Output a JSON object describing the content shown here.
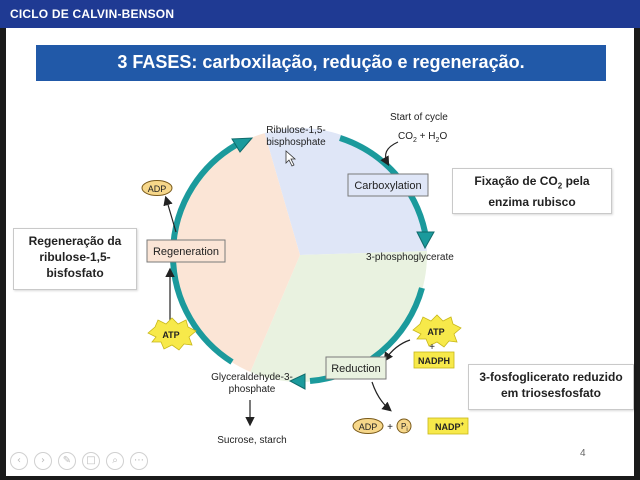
{
  "header": {
    "title": "CICLO DE CALVIN-BENSON"
  },
  "banner": {
    "title": "3 FASES: carboxilação, redução e regeneração."
  },
  "notes": {
    "fixacao_line1": "Fixação de CO",
    "fixacao_sub": "2",
    "fixacao_line1b": " pela",
    "fixacao_line2": "enzima rubisco",
    "regeneracao_line1": "Regeneração da",
    "regeneracao_line2": "ribulose-1,5-",
    "regeneracao_line3": "bisfosfato",
    "reduzido_line1": "3-fosfoglicerato reduzido",
    "reduzido_line2": "em triosesfosfato"
  },
  "diagram": {
    "rubp_line1": "Ribulose-1,5-",
    "rubp_line2": "bisphosphate",
    "start": "Start of cycle",
    "co2": "CO",
    "co2_sub": "2",
    "plus_h2o": " + H",
    "h2o_sub": "2",
    "h2o_o": "O",
    "carboxylation": "Carboxylation",
    "pga": "3-phosphoglycerate",
    "regeneration": "Regeneration",
    "reduction": "Reduction",
    "g3p_line1": "Glyceraldehyde-3-",
    "g3p_line2": "phosphate",
    "sucrose": "Sucrose, starch",
    "adp": "ADP",
    "atp": "ATP",
    "nadph": "NADPH",
    "nadp": "NADP",
    "nadp_sup": "+",
    "pi": "P",
    "pi_sub": "i",
    "plus": "+"
  },
  "page_number": "4",
  "toolbar_icons": [
    "back-icon",
    "forward-icon",
    "pen-icon",
    "copy-icon",
    "zoom-icon",
    "more-icon"
  ],
  "colors": {
    "topbar": "#1f3a93",
    "banner": "#2159a8",
    "cycle_arrow": "#1b9a9c",
    "sector_blue": "#dfe6f7",
    "sector_green": "#e9f2e0",
    "sector_peach": "#fbe5d6",
    "atp_yellow": "#f7e94a",
    "nadph_yellow": "#f7e94a"
  }
}
